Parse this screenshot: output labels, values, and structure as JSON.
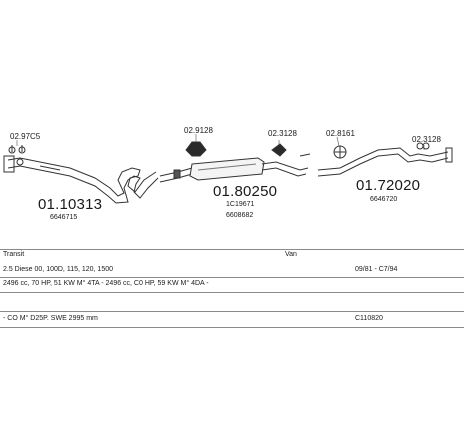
{
  "parts": [
    {
      "code": "01.10313",
      "ref": "6646715"
    },
    {
      "code": "01.80250",
      "ref": "1C19671",
      "ref2": "6608682"
    },
    {
      "code": "01.72020",
      "ref": "6646720"
    }
  ],
  "small_parts": [
    "02.97C5",
    "02.9128",
    "02.3128",
    "02.8161",
    "02.3128"
  ],
  "info": {
    "model": "Transit",
    "body_type": "Van",
    "engine_line": "2.5 Diese  00, 100D, 115, 120, 1500",
    "date_range": "09/81 - C7/94",
    "power_line": "2496 cc, 70 HP, 51 KW  M° 4TA - 2496 cc, C0 HP, 59 KW  M° 4DA -",
    "wheelbase_line": "- CO M° D25P.  SWE 2995 mm",
    "catalog_number": "C110820"
  },
  "colors": {
    "line": "#333333",
    "fill_light": "#ffffff",
    "fill_dark": "#2a2a2a"
  }
}
